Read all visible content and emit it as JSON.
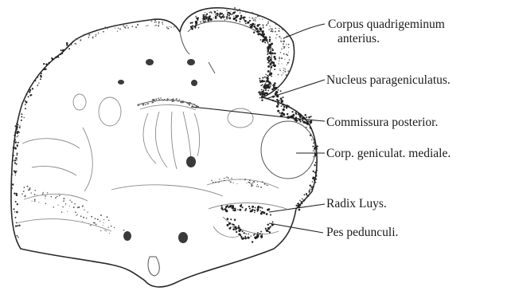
{
  "labels": {
    "corpus_quadrigeminum_line1": "Corpus quadrigeminum",
    "corpus_quadrigeminum_line2": "anterius.",
    "nucleus_parageniculatus": "Nucleus parageniculatus.",
    "commissura_posterior": "Commissura posterior.",
    "corp_geniculat_mediale": "Corp. geniculat. mediale.",
    "radix_luys": "Radix Luys.",
    "pes_pedunculi": "Pes pedunculi."
  }
}
